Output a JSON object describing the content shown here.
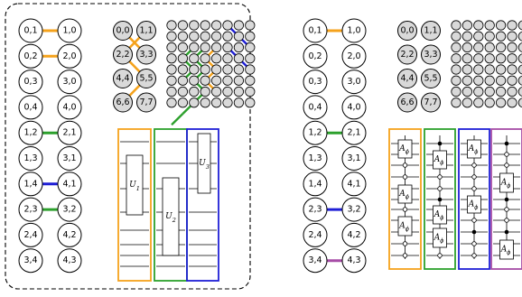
{
  "colors": {
    "orange": "#f5a21b",
    "green": "#2ca02c",
    "blue": "#1f1fd6",
    "purple": "#a64ca6",
    "grey_fill": "#d9d9d9"
  },
  "left_panel": {
    "pairs": [
      {
        "a": "0,1",
        "b": "1,0",
        "link": "orange"
      },
      {
        "a": "0,2",
        "b": "2,0",
        "link": "orange"
      },
      {
        "a": "0,3",
        "b": "3,0",
        "link": ""
      },
      {
        "a": "0,4",
        "b": "4,0",
        "link": ""
      },
      {
        "a": "1,2",
        "b": "2,1",
        "link": "green"
      },
      {
        "a": "1,3",
        "b": "3,1",
        "link": ""
      },
      {
        "a": "1,4",
        "b": "4,1",
        "link": "blue"
      },
      {
        "a": "2,3",
        "b": "3,2",
        "link": "green"
      },
      {
        "a": "2,4",
        "b": "4,2",
        "link": ""
      },
      {
        "a": "3,4",
        "b": "4,3",
        "link": ""
      }
    ],
    "grid_labels": [
      "0,0",
      "1,1",
      "2,2",
      "3,3",
      "4,4",
      "5,5",
      "6,6",
      "7,7"
    ],
    "gates": [
      {
        "label": "U",
        "sub": "1",
        "box_color": "orange"
      },
      {
        "label": "U",
        "sub": "2",
        "box_color": "green"
      },
      {
        "label": "U",
        "sub": "3",
        "box_color": "blue"
      }
    ]
  },
  "right_panel": {
    "pairs": [
      {
        "a": "0,1",
        "b": "1,0",
        "link": "orange"
      },
      {
        "a": "0,2",
        "b": "2,0",
        "link": ""
      },
      {
        "a": "0,3",
        "b": "3,0",
        "link": ""
      },
      {
        "a": "0,4",
        "b": "4,0",
        "link": ""
      },
      {
        "a": "1,2",
        "b": "2,1",
        "link": "green"
      },
      {
        "a": "1,3",
        "b": "3,1",
        "link": ""
      },
      {
        "a": "1,4",
        "b": "4,1",
        "link": ""
      },
      {
        "a": "2,3",
        "b": "3,2",
        "link": "blue"
      },
      {
        "a": "2,4",
        "b": "4,2",
        "link": ""
      },
      {
        "a": "3,4",
        "b": "4,3",
        "link": "purple"
      }
    ],
    "grid_labels": [
      "0,0",
      "1,1",
      "2,2",
      "3,3",
      "4,4",
      "5,5",
      "6,6",
      "7,7"
    ],
    "gate_label": "A",
    "gate_sub": "ϕ",
    "box_colors": [
      "orange",
      "green",
      "blue",
      "purple"
    ]
  }
}
